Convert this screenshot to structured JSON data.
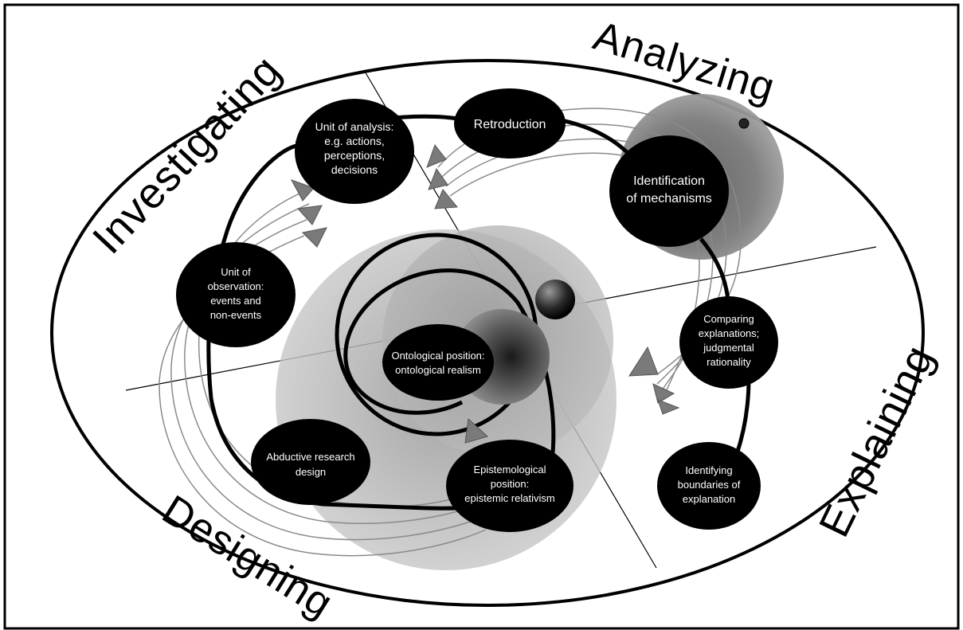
{
  "quadrants": {
    "investigating": "Investigating",
    "analyzing": "Analyzing",
    "explaining": "Explaining",
    "designing": "Designing"
  },
  "nodes": {
    "unit_of_analysis": [
      "Unit of analysis:",
      "e.g. actions,",
      "perceptions,",
      "decisions"
    ],
    "retroduction": [
      "Retroduction"
    ],
    "identification_of_mechanisms": [
      "Identification",
      "of mechanisms"
    ],
    "unit_of_observation": [
      "Unit of",
      "observation:",
      "events and",
      "non-events"
    ],
    "ontological_position": [
      "Ontological position:",
      "ontological realism"
    ],
    "comparing_explanations": [
      "Comparing",
      "explanations;",
      "judgmental",
      "rationality"
    ],
    "abductive_research_design": [
      "Abductive research",
      "design"
    ],
    "epistemological_position": [
      "Epistemological",
      "position:",
      "epistemic relativism"
    ],
    "identifying_boundaries": [
      "Identifying",
      "boundaries of",
      "explanation"
    ]
  },
  "colors": {
    "frame": "#000000",
    "node_fill": "#000000",
    "node_text": "#ffffff",
    "sphere_shade": "#8c8c8c",
    "arrow": "#7a7a7a",
    "flow_line": "#8a8a8a"
  }
}
